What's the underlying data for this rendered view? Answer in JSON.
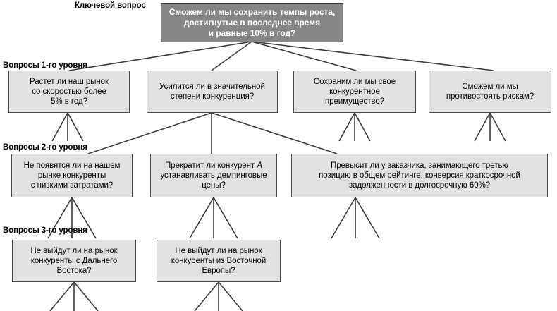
{
  "diagram": {
    "title_hidden": "Дерево текущей реальности: ключевой вопрос и вопросы по уровням",
    "levels": [
      {
        "id": "key",
        "label": "Ключевой вопрос"
      },
      {
        "id": "lvl1",
        "label": "Вопросы 1-го уровня"
      },
      {
        "id": "lvl2",
        "label": "Вопросы 2-го уровня"
      },
      {
        "id": "lvl3",
        "label": "Вопросы 3-го уровня"
      }
    ],
    "colors": {
      "root_fill": "#868686",
      "root_text": "#ffffff",
      "node_fill": "#e2e2e2",
      "node_border": "#4a4a4a",
      "connector": "#3a3a3a",
      "background": "#ffffff"
    },
    "root": {
      "id": "root",
      "line1": "Сможем ли мы сохранить темпы роста,",
      "line2": "достигнутые в последнее время",
      "line3": "и равные 10% в год?"
    },
    "level1": [
      {
        "id": "l1-1",
        "line1": "Растет ли наш рынок",
        "line2": "со скоростью более",
        "line3": "5% в год?"
      },
      {
        "id": "l1-2",
        "line1": "Усилится ли в значительной",
        "line2": "степени конкуренция?",
        "line3": ""
      },
      {
        "id": "l1-3",
        "line1": "Сохраним ли мы свое",
        "line2": "конкурентное",
        "line3": "преимущество?"
      },
      {
        "id": "l1-4",
        "line1": "Сможем ли мы",
        "line2": "противостоять рискам?",
        "line3": ""
      }
    ],
    "level2": [
      {
        "id": "l2-1",
        "line1": "Не появятся ли на нашем",
        "line2": "рынке конкуренты",
        "line3": "с низкими затратами?"
      },
      {
        "id": "l2-2",
        "line1_a": "Прекратит ли конкурент ",
        "line1_em": "A",
        "line2": "устанавливать демпинговые",
        "line3": "цены?"
      },
      {
        "id": "l2-3",
        "line1": "Превысит ли у заказчика, занимающего третью",
        "line2": "позицию в общем рейтинге, конверсия краткосрочной",
        "line3": "задолженности в долгосрочную 60%?"
      }
    ],
    "level3": [
      {
        "id": "l3-1",
        "line1": "Не выйдут ли на рынок",
        "line2": "конкуренты с Дальнего",
        "line3": "Востока?"
      },
      {
        "id": "l3-2",
        "line1": "Не выйдут ли на рынок",
        "line2": "конкуренты из Восточной",
        "line3": "Европы?"
      }
    ]
  }
}
